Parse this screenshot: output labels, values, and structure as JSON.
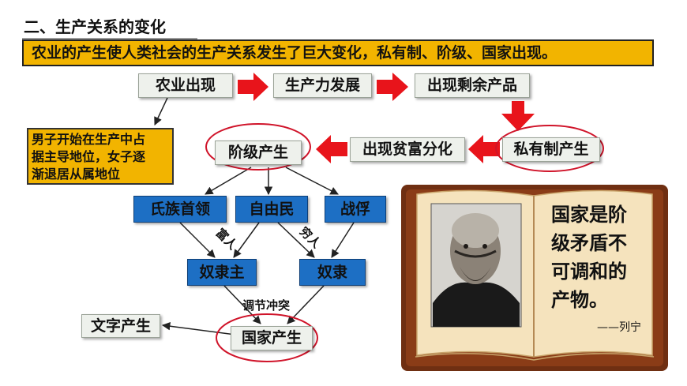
{
  "header": {
    "section_title": "二、生产关系的变化",
    "summary": "农业的产生使人类社会的生产关系发生了巨大变化，私有制、阶级、国家出现。"
  },
  "flow": {
    "agriculture": "农业出现",
    "productivity": "生产力发展",
    "surplus": "出现剩余产品",
    "private_ownership": "私有制产生",
    "wealth_gap": "出现贫富分化",
    "classes": "阶级产生",
    "gender_note": [
      "男子开始在生产中占",
      "据主导地位，女子逐",
      "渐退居从属地位"
    ],
    "clan_leaders": "氏族首领",
    "freemen": "自由民",
    "captives": "战俘",
    "edge_label_rich": "富人",
    "edge_label_poor": "穷人",
    "slave_owners": "奴隶主",
    "slaves": "奴隶",
    "mediate_label": "调节冲突",
    "writing": "文字产生",
    "state": "国家产生"
  },
  "book": {
    "quote_lines": [
      "国家是阶",
      "级矛盾不",
      "可调和的",
      "产物。"
    ],
    "author": "——列宁"
  },
  "colors": {
    "banner": "#f2b400",
    "blue_box": "#1d6fc4",
    "grey_box": "#eef1ec",
    "arrow_red": "#e8141b",
    "circle_red": "#d0142a"
  }
}
